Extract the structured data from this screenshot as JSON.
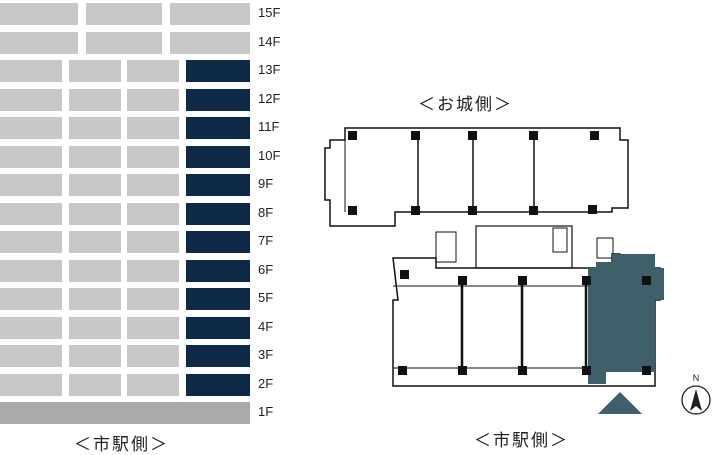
{
  "floors": [
    "15F",
    "14F",
    "13F",
    "12F",
    "11F",
    "10F",
    "9F",
    "8F",
    "7F",
    "6F",
    "5F",
    "4F",
    "3F",
    "2F",
    "1F"
  ],
  "highlighted_floors": [
    "13F",
    "12F",
    "11F",
    "10F",
    "9F",
    "8F",
    "7F",
    "6F",
    "5F",
    "4F",
    "3F",
    "2F"
  ],
  "captions": {
    "stack_side": "＜市駅側＞",
    "plan_top": "＜お城側＞",
    "plan_bottom": "＜市駅側＞"
  },
  "compass": {
    "label": "N"
  },
  "colors": {
    "unit_gray": "#c8c8c8",
    "ground_gray": "#aaaaaa",
    "highlight": "#0e2a47",
    "plan_highlight": "#3f5f6b",
    "wall": "#111111"
  }
}
